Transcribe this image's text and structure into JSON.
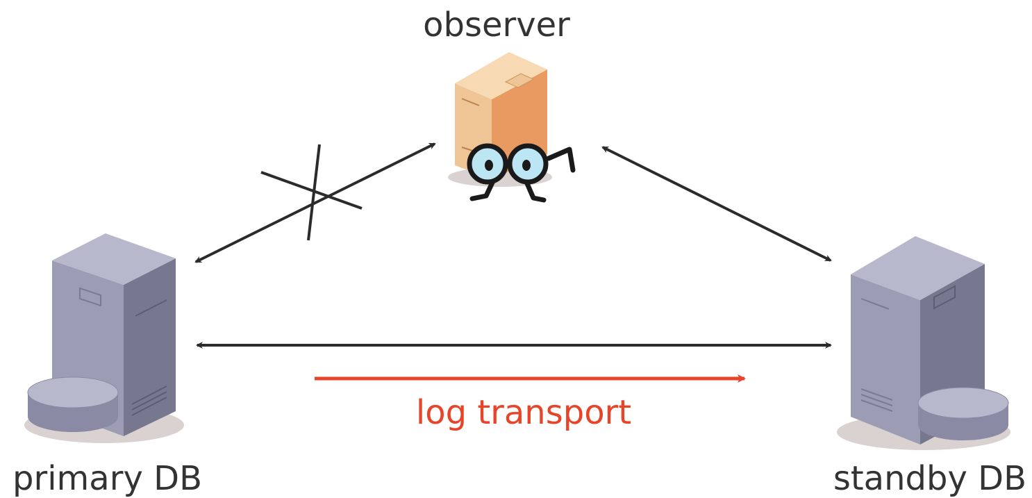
{
  "labels": {
    "observer": "observer",
    "primary": "primary DB",
    "standby": "standby DB",
    "transport": "log transport"
  },
  "colors": {
    "text": "#333333",
    "arrow": "#2b2b2b",
    "transport": "#e8442a",
    "server_front": "#9c9cb5",
    "server_side": "#77778f",
    "server_top": "#b8b8cc",
    "observer_front": "#f0c595",
    "observer_side": "#e89a60",
    "observer_top": "#f7d9b3",
    "eye_fill": "#bde6f5",
    "shadow": "#d9d2d0"
  },
  "icons": {
    "observer": "observer-server-with-eyes-icon",
    "primary": "server-tower-with-disk-icon",
    "standby": "server-tower-with-disk-icon",
    "broken_link": "cross-mark-icon"
  }
}
